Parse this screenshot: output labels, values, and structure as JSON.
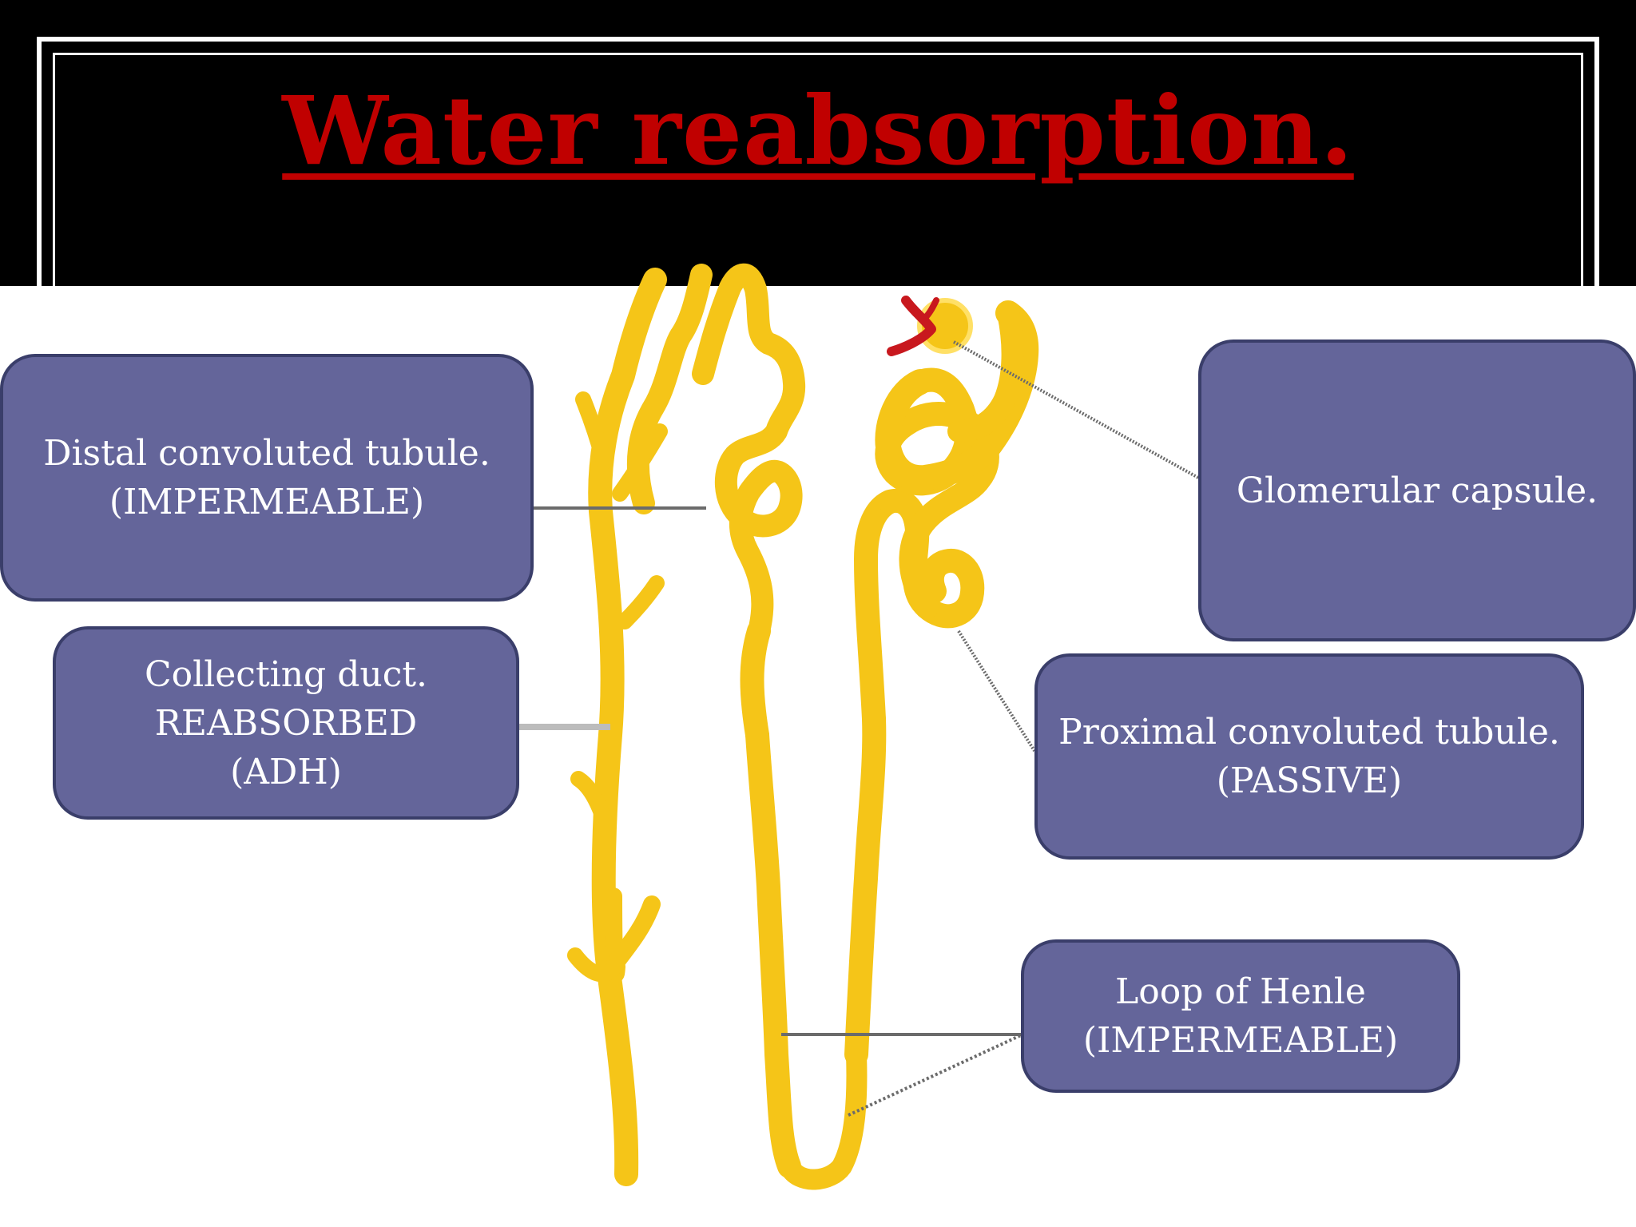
{
  "slide": {
    "title": "Water reabsorption.",
    "title_color": "#c00000",
    "header_color": "#000000",
    "background_color": "#ffffff"
  },
  "diagram": {
    "subject": "nephron",
    "tubule_color": "#f5c518",
    "tubule_highlight": "#ffe066",
    "vessel_color": "#c8181e",
    "box_fill": "#64659a",
    "box_text_color": "#ffffff"
  },
  "labels": {
    "distal_convoluted_tubule": "Distal convoluted tubule.\n(IMPERMEABLE)",
    "collecting_duct": "Collecting duct.\nREABSORBED\n(ADH)",
    "glomerular_capsule": "Glomerular capsule.",
    "proximal_convoluted_tubule": "Proximal convoluted tubule.\n(PASSIVE)",
    "loop_of_henle": "Loop of Henle\n(IMPERMEABLE)"
  }
}
